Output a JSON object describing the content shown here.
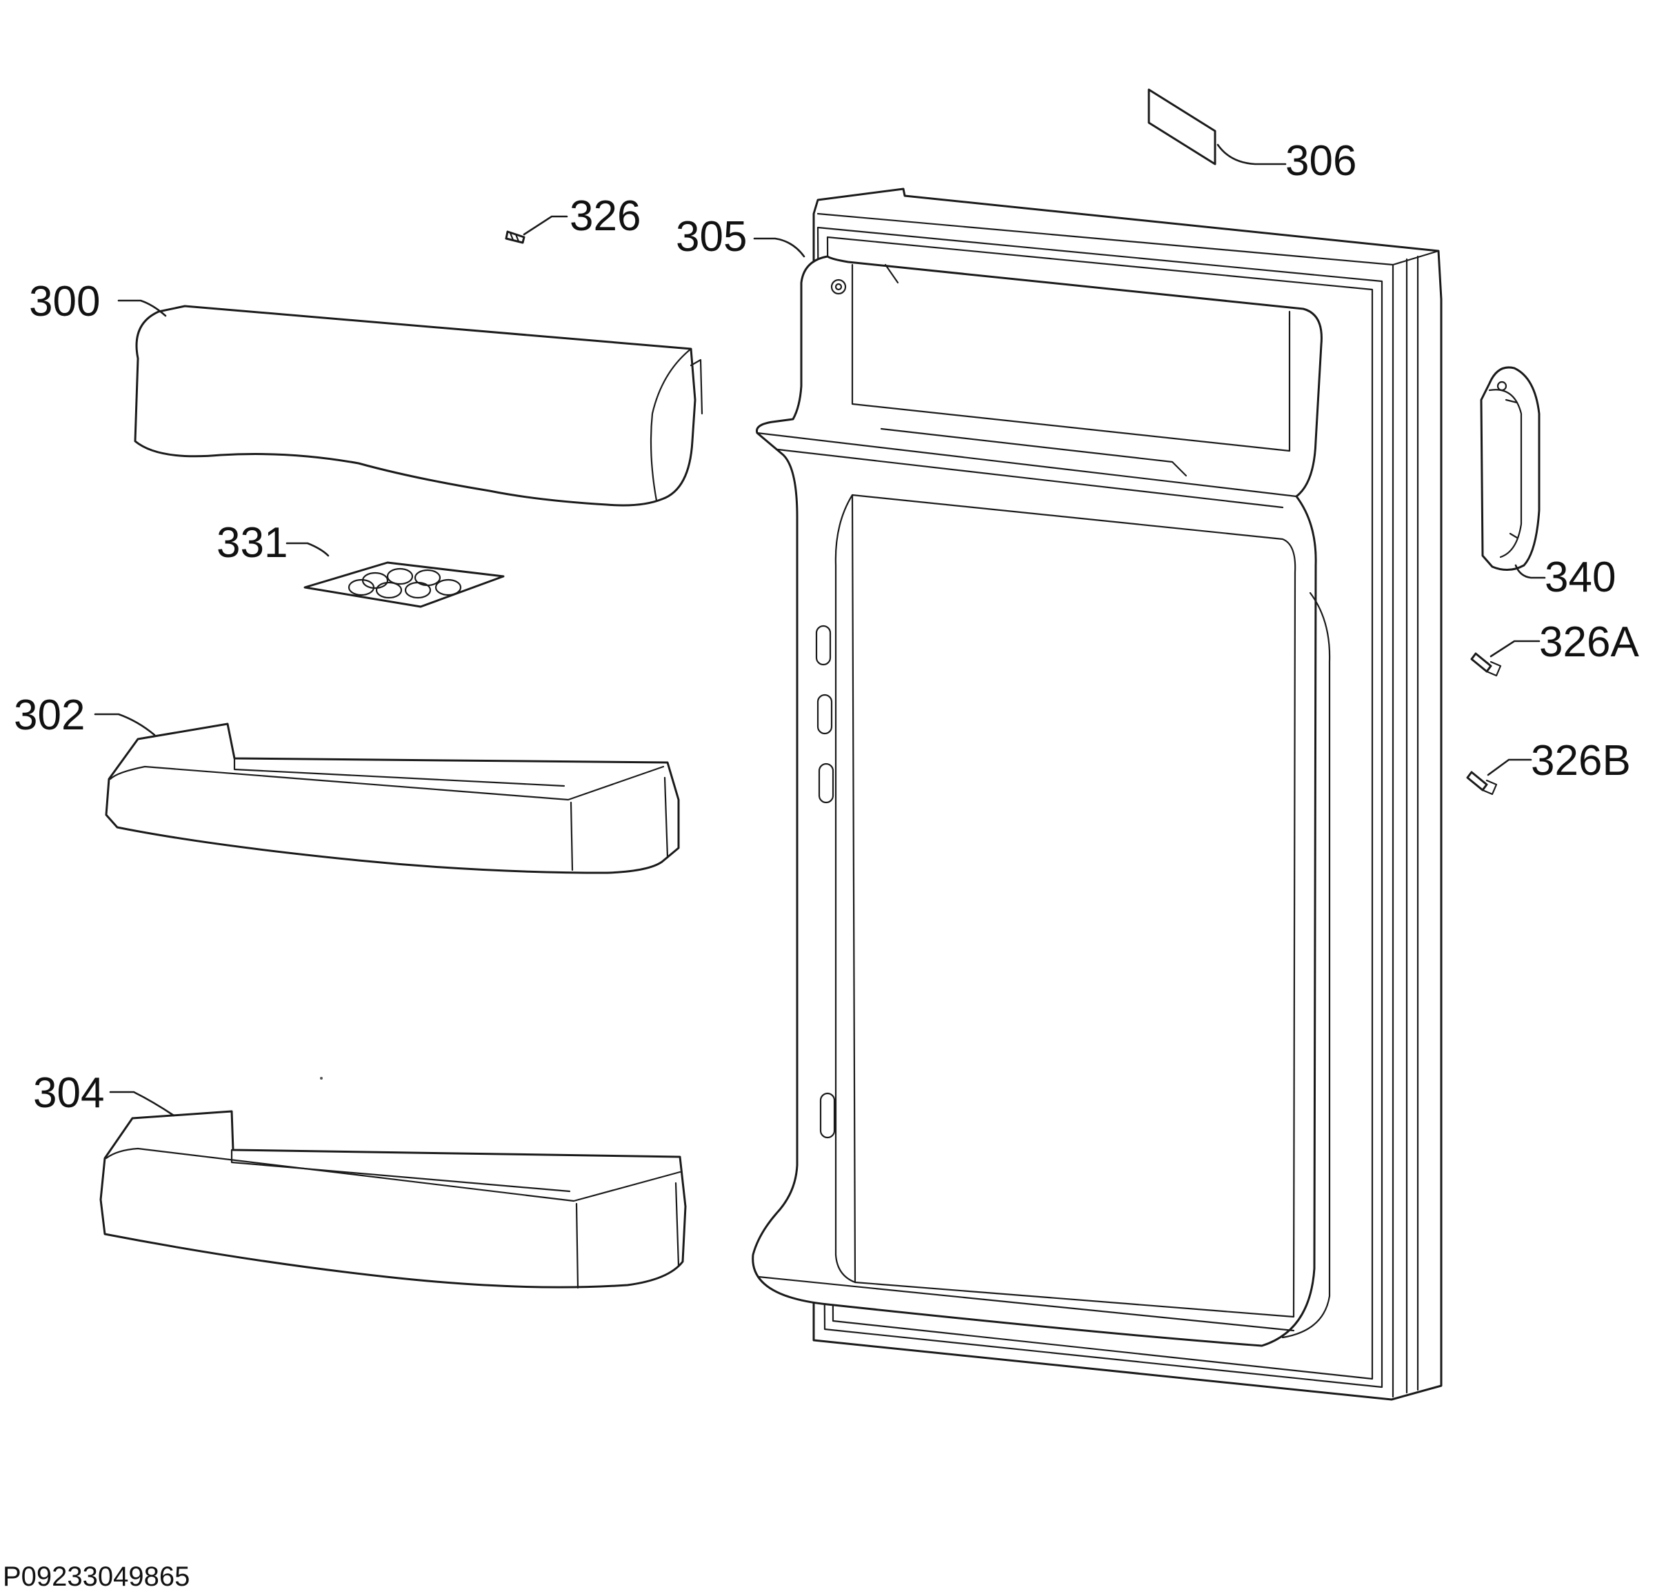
{
  "labels": {
    "l300": "300",
    "l302": "302",
    "l304": "304",
    "l305": "305",
    "l306": "306",
    "l326": "326",
    "l326a": "326A",
    "l326b": "326B",
    "l331": "331",
    "l340": "340"
  },
  "footer": {
    "code": "P09233049865"
  },
  "colors": {
    "line": "#1a1a1a",
    "background": "#ffffff"
  }
}
